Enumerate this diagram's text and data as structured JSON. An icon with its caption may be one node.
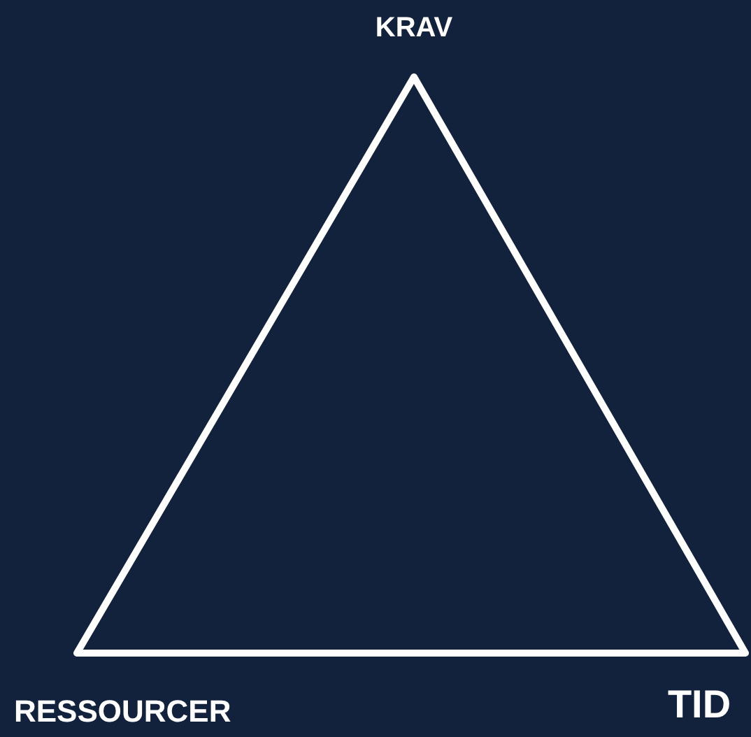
{
  "diagram": {
    "labels": [
      "KRAV",
      "RESSOURCER",
      "TID"
    ]
  }
}
